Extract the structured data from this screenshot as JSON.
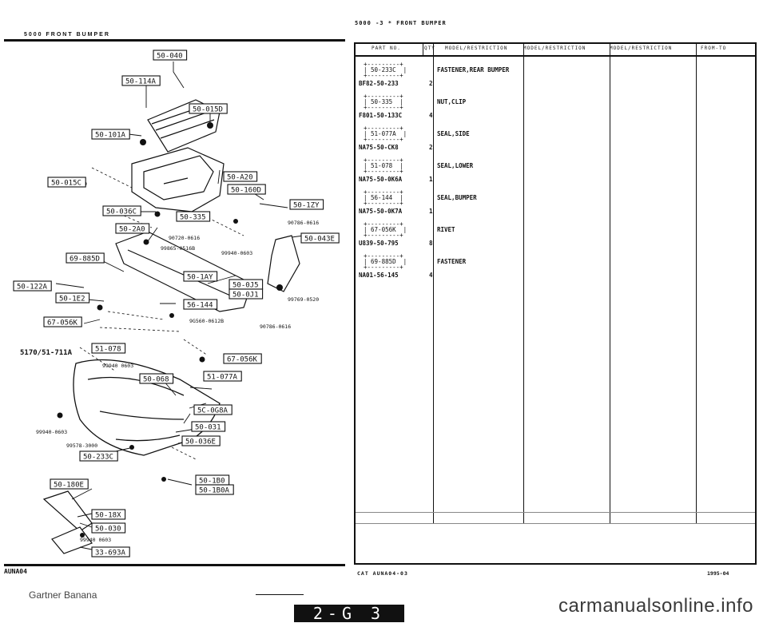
{
  "left": {
    "title": "5000  FRONT BUMPER",
    "bottom_code": "AUNA04",
    "brand": "Gartner Banana"
  },
  "callouts": [
    "50-040",
    "50-114A",
    "50-015D",
    "50-101A",
    "50-A20",
    "50-160D",
    "50-015C",
    "50-036C",
    "50-335",
    "50-1ZY",
    "50-2A0",
    "50-043E",
    "69-885D",
    "50-1AY",
    "50-122A",
    "50-0J5",
    "50-0J1",
    "50-1E2",
    "56-144",
    "67-056K",
    "51-078",
    "67-056K",
    "50-068",
    "51-077A",
    "5C-0G8A",
    "50-031",
    "50-036E",
    "50-233C",
    "50-1B0",
    "50-1B0A",
    "50-180E",
    "50-18X",
    "50-030",
    "33-693A"
  ],
  "notes": [
    "90786-0616",
    "90720-0616",
    "99865-0516B",
    "99940-0603",
    "99769-0520",
    "9G560-0612B",
    "90786-0616",
    "99940 0603",
    "99940-0603",
    "99578-3000",
    "99940 0603",
    "5170/51-711A"
  ],
  "right": {
    "title": "5000  -3  *  FRONT  BUMPER",
    "headers": [
      "PART NO.",
      "QTY",
      "MODEL/RESTRICTION",
      "MODEL/RESTRICTION",
      "MODEL/RESTRICTION",
      "FROM-TO"
    ],
    "parts": [
      {
        "ref": "50-233C",
        "part": "BF82-50-233",
        "qty": "2",
        "desc": "FASTENER,REAR BUMPER"
      },
      {
        "ref": "50-335",
        "part": "F801-50-133C",
        "qty": "4",
        "desc": "NUT,CLIP"
      },
      {
        "ref": "51-077A",
        "part": "NA75-50-CK8",
        "qty": "2",
        "desc": "SEAL,SIDE"
      },
      {
        "ref": "51-078",
        "part": "NA75-50-0K6A",
        "qty": "1",
        "desc": "SEAL,LOWER"
      },
      {
        "ref": "56-144",
        "part": "NA75-50-0K7A",
        "qty": "1",
        "desc": "SEAL,BUMPER"
      },
      {
        "ref": "67-056K",
        "part": "U839-50-795",
        "qty": "8",
        "desc": "RIVET"
      },
      {
        "ref": "69-885D",
        "part": "NA01-56-145",
        "qty": "4",
        "desc": "FASTENER"
      }
    ],
    "cat": "CAT  AUNA04-03",
    "date": "1995-04"
  },
  "footer": {
    "page": "2-G 3",
    "watermark": "carmanualsonline.info"
  }
}
